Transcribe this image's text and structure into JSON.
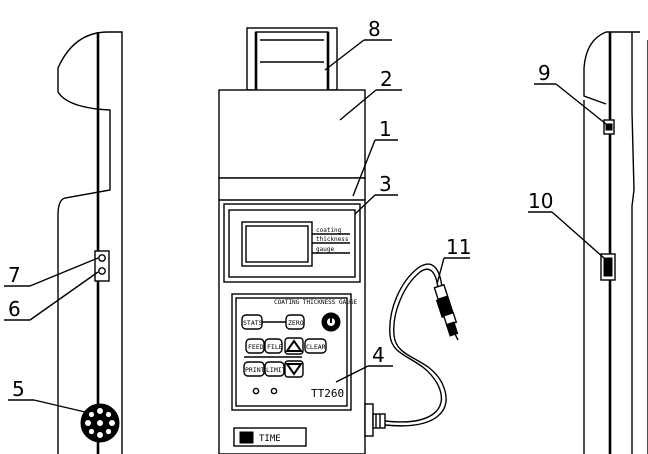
{
  "callouts": {
    "c1": "1",
    "c2": "2",
    "c3": "3",
    "c4": "4",
    "c5": "5",
    "c6": "6",
    "c7": "7",
    "c8": "8",
    "c9": "9",
    "c10": "10",
    "c11": "11"
  },
  "lcd_labels": {
    "line1": "coating",
    "line2": "thickness",
    "line3": "gauge"
  },
  "panel_title": "COATING THICKNESS GAUGE",
  "buttons": {
    "stats": "STATS",
    "zero": "ZERO",
    "feed": "FEED",
    "file": "FILE",
    "clear": "CLEAR",
    "print": "PRINT",
    "limit": "LIMIT"
  },
  "model": "TT260",
  "time_label": "TIME"
}
